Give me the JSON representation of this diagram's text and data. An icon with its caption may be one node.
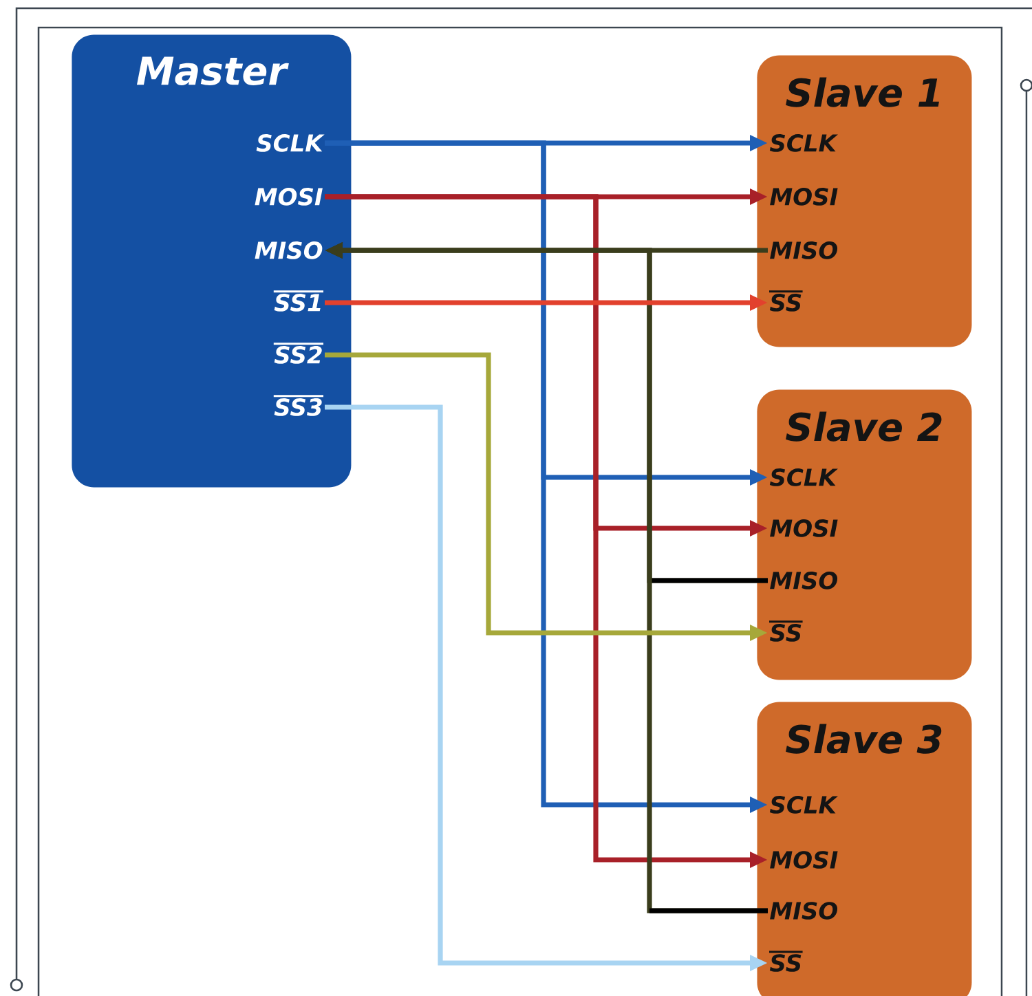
{
  "diagram": {
    "nodes": [
      {
        "text": [
          "Master"
        ]
      },
      {
        "text": [
          "SCLK"
        ],
        "in": 0
      },
      {
        "text": [
          "MOSI"
        ],
        "in": 0
      },
      {
        "text": [
          "MISO"
        ],
        "in": 0
      },
      {
        "text": [
          "SS1"
        ],
        "in": 0
      },
      {
        "text": [
          "SS2"
        ],
        "in": 0
      },
      {
        "text": [
          "SS3"
        ],
        "in": 0
      },
      {
        "text": [
          "Slave 1"
        ]
      },
      {
        "text": [
          "SCLK"
        ],
        "in": 7
      },
      {
        "text": [
          "MOSI"
        ],
        "in": 7
      },
      {
        "text": [
          "MISO"
        ],
        "in": 7
      },
      {
        "text": [
          "SS"
        ],
        "in": 7
      },
      {
        "text": [
          "Slave 2"
        ]
      },
      {
        "text": [
          "SCLK"
        ],
        "in": 12
      },
      {
        "text": [
          "MOSI"
        ],
        "in": 12
      },
      {
        "text": [
          "MISO"
        ],
        "in": 12
      },
      {
        "text": [
          "SS"
        ],
        "in": 12
      },
      {
        "text": [
          "Slave 3"
        ]
      },
      {
        "text": [
          "SCLK"
        ],
        "in": 17
      },
      {
        "text": [
          "MOSI"
        ],
        "in": 17
      },
      {
        "text": [
          "MISO"
        ],
        "in": 17
      },
      {
        "text": [
          "SS"
        ],
        "in": 17
      }
    ],
    "edges": [
      {
        "from": 1,
        "to": 8,
        "arrow": "to",
        "color": "#1f5fb5"
      },
      {
        "from": 1,
        "to": 13,
        "arrow": "to",
        "color": "#1f5fb5"
      },
      {
        "from": 1,
        "to": 18,
        "arrow": "to",
        "color": "#1f5fb5"
      },
      {
        "from": 2,
        "to": 9,
        "arrow": "to",
        "color": "#a82028"
      },
      {
        "from": 2,
        "to": 14,
        "arrow": "to",
        "color": "#a82028"
      },
      {
        "from": 2,
        "to": 19,
        "arrow": "to",
        "color": "#a82028"
      },
      {
        "from": 10,
        "to": 3,
        "arrow": "to",
        "color": "#3a3d1c"
      },
      {
        "from": 15,
        "to": 3,
        "arrow": "to",
        "color": "#3a3d1c"
      },
      {
        "from": 20,
        "to": 3,
        "arrow": "to",
        "color": "#3a3d1c"
      },
      {
        "from": 4,
        "to": 11,
        "arrow": "to",
        "color": "#e2412d"
      },
      {
        "from": 5,
        "to": 16,
        "arrow": "to",
        "color": "#a6a83a"
      },
      {
        "from": 6,
        "to": 21,
        "arrow": "to",
        "color": "#a8d4f2"
      }
    ]
  }
}
